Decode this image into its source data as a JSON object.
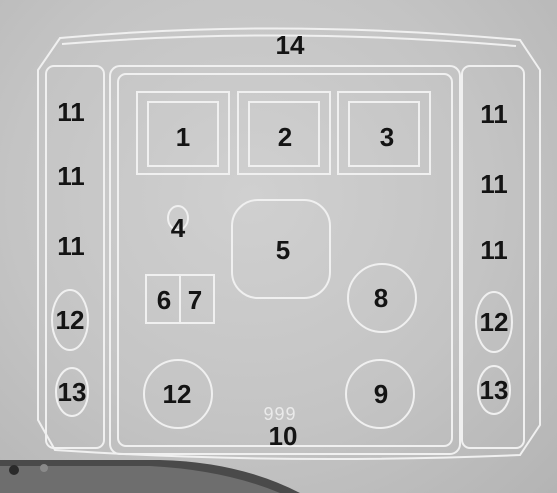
{
  "labels": {
    "l1": "1",
    "l2": "2",
    "l3": "3",
    "l4": "4",
    "l5": "5",
    "l6": "6",
    "l7": "7",
    "l8": "8",
    "l9": "9",
    "l10": "10",
    "l11_left_1": "11",
    "l11_left_2": "11",
    "l11_left_3": "11",
    "l11_right_1": "11",
    "l11_right_2": "11",
    "l11_right_3": "11",
    "l12_left": "12",
    "l12_center": "12",
    "l12_right": "12",
    "l13_left": "13",
    "l13_right": "13",
    "l14": "14",
    "faint_mark": "999"
  },
  "colors": {
    "panel_background": "#c8c8c8",
    "outline": "#f0f0f0",
    "label_text": "#141414"
  }
}
